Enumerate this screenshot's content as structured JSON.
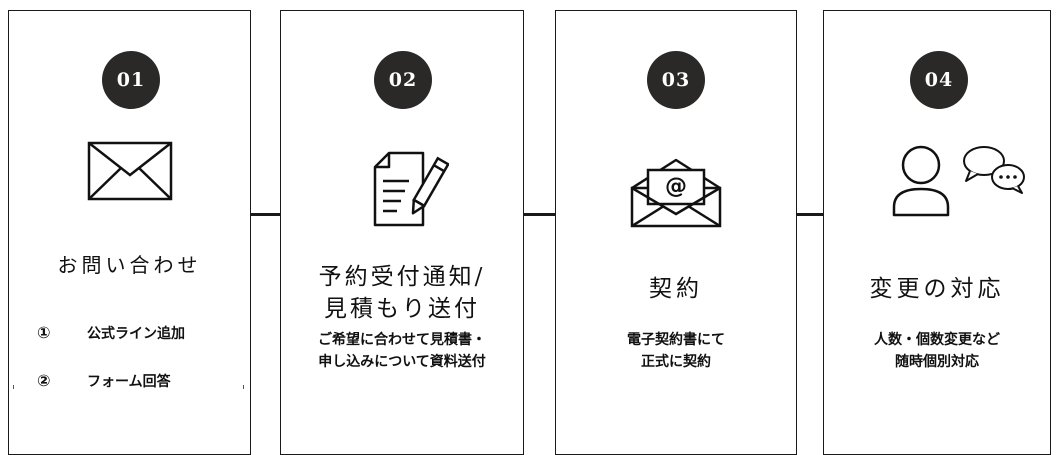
{
  "colors": {
    "badge": "#2b2828",
    "badge_text": "#ffffff",
    "line": "#1a1a1a",
    "text": "#111111"
  },
  "steps": [
    {
      "number": "01",
      "icon": "envelope-icon",
      "title": "お問い合わせ",
      "items": [
        {
          "marker": "①",
          "label": "公式ライン追加"
        },
        {
          "marker": "②",
          "label": "フォーム回答"
        }
      ]
    },
    {
      "number": "02",
      "icon": "document-pen-icon",
      "title_lines": [
        "予約受付通知/",
        "見積もり送付"
      ],
      "desc_lines": [
        "ご希望に合わせて見積書・",
        "申し込みについて資料送付"
      ]
    },
    {
      "number": "03",
      "icon": "email-at-icon",
      "title": "契約",
      "desc_lines": [
        "電子契約書にて",
        "正式に契約"
      ]
    },
    {
      "number": "04",
      "icon": "person-chat-icon",
      "title": "変更の対応",
      "desc_lines": [
        "人数・個数変更など",
        "随時個別対応"
      ]
    }
  ]
}
